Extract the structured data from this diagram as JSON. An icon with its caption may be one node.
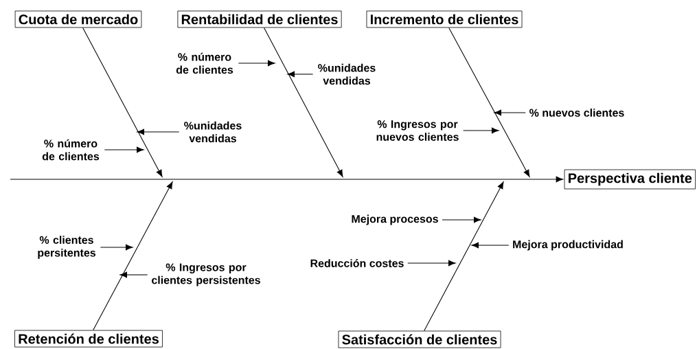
{
  "diagram": {
    "nodes": [
      {
        "text": [
          "Cuota de mercado"
        ]
      },
      {
        "text": [
          "Rentabilidad de clientes"
        ]
      },
      {
        "text": [
          "Incremento de clientes"
        ]
      },
      {
        "text": [
          "Perspectiva cliente"
        ]
      },
      {
        "text": [
          "Retención de clientes"
        ]
      },
      {
        "text": [
          "Satisfacción de clientes"
        ]
      },
      {
        "text": [
          "%unidades vendidas"
        ]
      },
      {
        "text": [
          "% número de clientes"
        ]
      },
      {
        "text": [
          "% número de clientes"
        ]
      },
      {
        "text": [
          "%unidades vendidas"
        ]
      },
      {
        "text": [
          "% nuevos clientes"
        ]
      },
      {
        "text": [
          "% Ingresos por nuevos clientes"
        ]
      },
      {
        "text": [
          "% clientes persitentes"
        ]
      },
      {
        "text": [
          "% Ingresos por clientes persistentes"
        ]
      },
      {
        "text": [
          "Mejora procesos"
        ]
      },
      {
        "text": [
          "Mejora productividad"
        ]
      },
      {
        "text": [
          "Reducción costes"
        ]
      }
    ],
    "edges": [
      {
        "from": null,
        "to": 3,
        "arrow": "to"
      },
      {
        "from": 0,
        "to": null,
        "arrow": "to"
      },
      {
        "from": 1,
        "to": null,
        "arrow": "to"
      },
      {
        "from": 2,
        "to": null,
        "arrow": "to"
      },
      {
        "from": 4,
        "to": null,
        "arrow": "to"
      },
      {
        "from": 5,
        "to": null,
        "arrow": "to"
      },
      {
        "from": 6,
        "to": null,
        "arrow": "to"
      },
      {
        "from": 7,
        "to": null,
        "arrow": "to"
      },
      {
        "from": 8,
        "to": null,
        "arrow": "to"
      },
      {
        "from": 9,
        "to": null,
        "arrow": "to"
      },
      {
        "from": 10,
        "to": null,
        "arrow": "to"
      },
      {
        "from": 11,
        "to": null,
        "arrow": "to"
      },
      {
        "from": 12,
        "to": null,
        "arrow": "to"
      },
      {
        "from": 13,
        "to": null,
        "arrow": "to"
      },
      {
        "from": 14,
        "to": null,
        "arrow": "to"
      },
      {
        "from": 15,
        "to": null,
        "arrow": "to"
      },
      {
        "from": 16,
        "to": null,
        "arrow": "to"
      }
    ]
  }
}
